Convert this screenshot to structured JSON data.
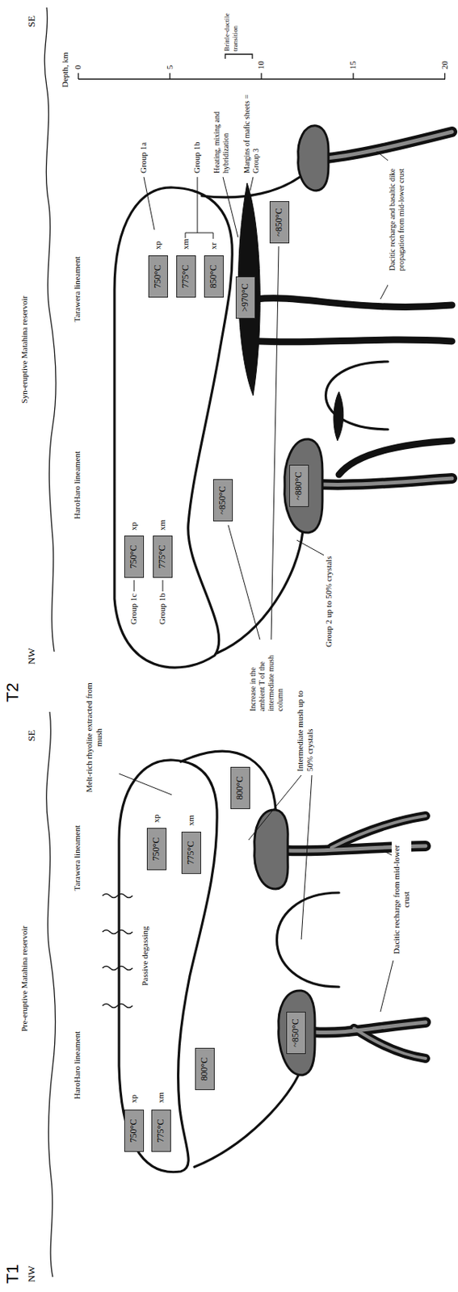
{
  "diagram": {
    "nodes": [
      {
        "text": [
          "750°C"
        ]
      },
      {
        "text": [
          "775°C"
        ]
      },
      {
        "text": [
          "800°C"
        ]
      },
      {
        "text": [
          "~850°C"
        ]
      },
      {
        "text": [
          "750°C"
        ]
      },
      {
        "text": [
          "775°C"
        ]
      },
      {
        "text": [
          "800°C"
        ]
      },
      {
        "text": [
          "750°C"
        ]
      },
      {
        "text": [
          "775°C"
        ]
      },
      {
        "text": [
          "~850°C"
        ]
      },
      {
        "text": [
          "~880°C"
        ]
      },
      {
        "text": [
          "750°C"
        ]
      },
      {
        "text": [
          "775°C"
        ]
      },
      {
        "text": [
          "850°C"
        ]
      },
      {
        "text": [
          ">970°C"
        ]
      },
      {
        "text": [
          "~850°C"
        ]
      }
    ],
    "labels": [
      "T1",
      "NW",
      "Pre-eruptive Matahina reservoir",
      "SE",
      "HaroHaro lineament",
      "Tarawera lineament",
      "Passive degassing",
      "xp",
      "xm",
      "xp",
      "xm",
      "Melt-rich rhyolite extracted from mush",
      "Intermediate mush up to 50% crystals",
      "Dacitic recharge from mid-lower crust",
      "T2",
      "NW",
      "Syn-eruptive Matahina reservoir",
      "SE",
      "HaroHaro lineament",
      "Tarawera lineament",
      "Group 1c",
      "Group 1b",
      "xp",
      "xm",
      "xp",
      "xm",
      "xr",
      "Group 1a",
      "Group 1b",
      "Heating, mixing and hybridization",
      "Margins of mafic sheets = Group 3",
      "Increase in the ambient T of the intermediate mush column",
      "Group 2 up to 50% crystals",
      "Dacitic recharge and basaltic dike propagation from mid-lower crust",
      "Depth, km",
      "0",
      "5",
      "10",
      "15",
      "20",
      "Brittle-ductile transition"
    ]
  }
}
